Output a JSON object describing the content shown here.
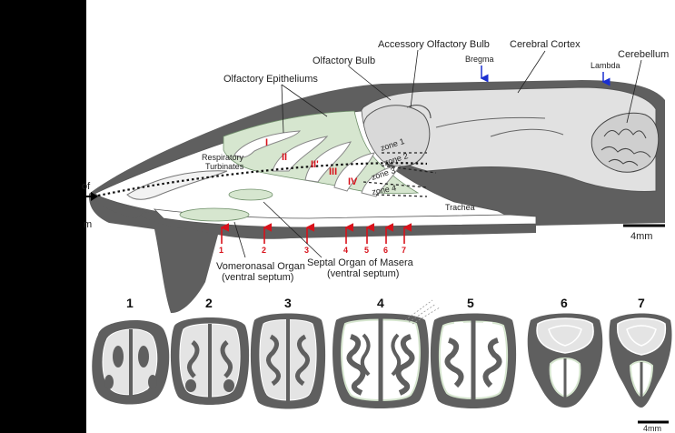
{
  "labels": {
    "accessory_olfactory_bulb": "Accessory Olfactory Bulb",
    "cerebral_cortex": "Cerebral Cortex",
    "cerebellum": "Cerebellum",
    "olfactory_bulb": "Olfactory Bulb",
    "bregma": "Bregma",
    "lambda": "Lambda",
    "olfactory_epitheliums": "Olfactory Epitheliums",
    "respiratory_turbinates_1": "Respiratory",
    "respiratory_turbinates_2": "Turbinates",
    "trachea": "Trachea",
    "scale_top": "4mm",
    "scale_bottom": "4mm",
    "vno_line1": "Vomeronasal Organ",
    "vno_line2": "(ventral septum)",
    "septal_line1": "Septal Organ of Masera",
    "septal_line2": "(ventral septum)",
    "left_of": "of",
    "left_m": "m"
  },
  "zones": [
    "zone 1",
    "zone 2",
    "zone 3",
    "zone 4"
  ],
  "turbinates": [
    "I",
    "II",
    "II'",
    "III",
    "IV"
  ],
  "section_markers": [
    "1",
    "2",
    "3",
    "4",
    "5",
    "6",
    "7"
  ],
  "section_numbers": [
    "1",
    "2",
    "3",
    "4",
    "5",
    "6",
    "7"
  ],
  "colors": {
    "tissue_dark": "#5f5f5f",
    "tissue_light": "#e4e4e4",
    "epithelium_green": "#d6e6cf",
    "marker_red": "#d8121b",
    "bregma_blue": "#1a2fd1",
    "black_panel": "#000000"
  }
}
